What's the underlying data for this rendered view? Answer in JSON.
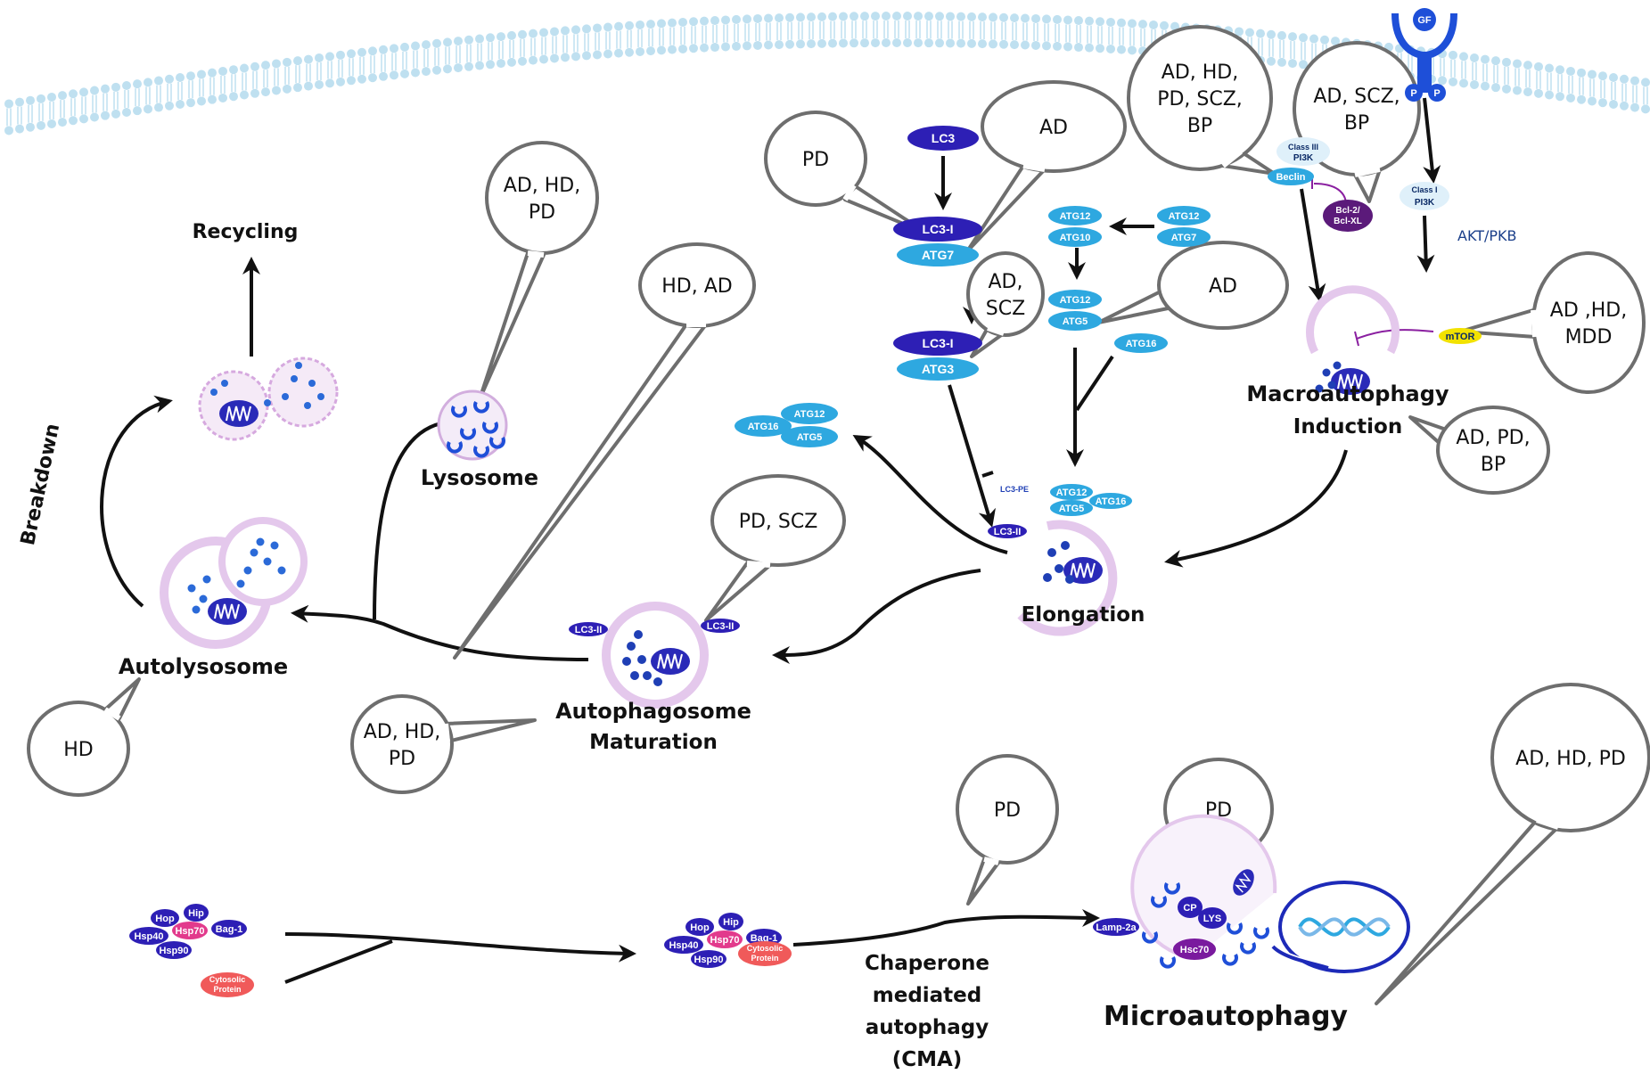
{
  "colors": {
    "membrane": "#bfe0f0",
    "bubble_stroke": "#6e6e6e",
    "arrow": "#111111",
    "vesicle": "#e4c8ec",
    "protein_dark": "#2d1fb5",
    "protein_light": "#2ea8e0",
    "protein_pink": "#e23a8c",
    "protein_red": "#f05a5a",
    "mtor": "#f2e200"
  },
  "icons": [
    "mitochondrion-icon",
    "lysosome-icon",
    "dna-icon",
    "receptor-icon"
  ],
  "labels": {
    "recycling": "Recycling",
    "breakdown": "Breakdown",
    "lysosome": "Lysosome",
    "autolysosome": "Autolysosome",
    "autophagosome": "Autophagosome",
    "maturation": "Maturation",
    "elongation": "Elongation",
    "macroautophagy": "Macroautophagy",
    "induction": "Induction",
    "cma": [
      "Chaperone",
      "mediated",
      "autophagy",
      "(CMA)"
    ],
    "microautophagy": "Microautophagy",
    "akt": "AKT/PKB"
  },
  "proteins": {
    "lc3": "LC3",
    "lc3_i": "LC3-I",
    "atg7": "ATG7",
    "atg3": "ATG3",
    "atg12": "ATG12",
    "atg10": "ATG10",
    "atg5": "ATG5",
    "atg16": "ATG16",
    "lc3_ii": "LC3-II",
    "lc3_pe": "LC3-PE",
    "class3_a": "Class III",
    "class3_b": "PI3K",
    "beclin": "Beclin",
    "bcl_a": "Bcl-2/",
    "bcl_b": "Bcl-XL",
    "gf": "GF",
    "p": "P",
    "class1_a": "Class I",
    "class1_b": "PI3K",
    "mtor": "mTOR",
    "hop": "Hop",
    "hip": "Hip",
    "hsp40": "Hsp40",
    "hsp70": "Hsp70",
    "hsp90": "Hsp90",
    "bag1": "Bag-1",
    "cyto_a": "Cytosolic",
    "cyto_b": "Protein",
    "lamp2a": "Lamp-2a",
    "cp": "CP",
    "lys": "LYS",
    "hsc70": "Hsc70"
  },
  "bubbles": {
    "pd_lc3": [
      "PD"
    ],
    "ad_lc3": [
      "AD"
    ],
    "ad_scz": [
      "AD,",
      "SCZ"
    ],
    "ad_atg5": [
      "AD"
    ],
    "class3": [
      "AD, HD,",
      "PD, SCZ,",
      "BP"
    ],
    "bcl": [
      "AD, SCZ,",
      "BP"
    ],
    "mtor": [
      "AD ,HD,",
      "MDD"
    ],
    "induction": [
      "AD, PD,",
      "BP"
    ],
    "lysosome": [
      "AD, HD,",
      "PD"
    ],
    "hd_ad": [
      "HD, AD"
    ],
    "pd_scz": [
      "PD, SCZ"
    ],
    "maturation": [
      "AD, HD,",
      "PD"
    ],
    "autolysosome": [
      "HD"
    ],
    "cma": [
      "PD"
    ],
    "micro_pd": [
      "PD"
    ],
    "micro_all": [
      "AD, HD, PD"
    ]
  }
}
